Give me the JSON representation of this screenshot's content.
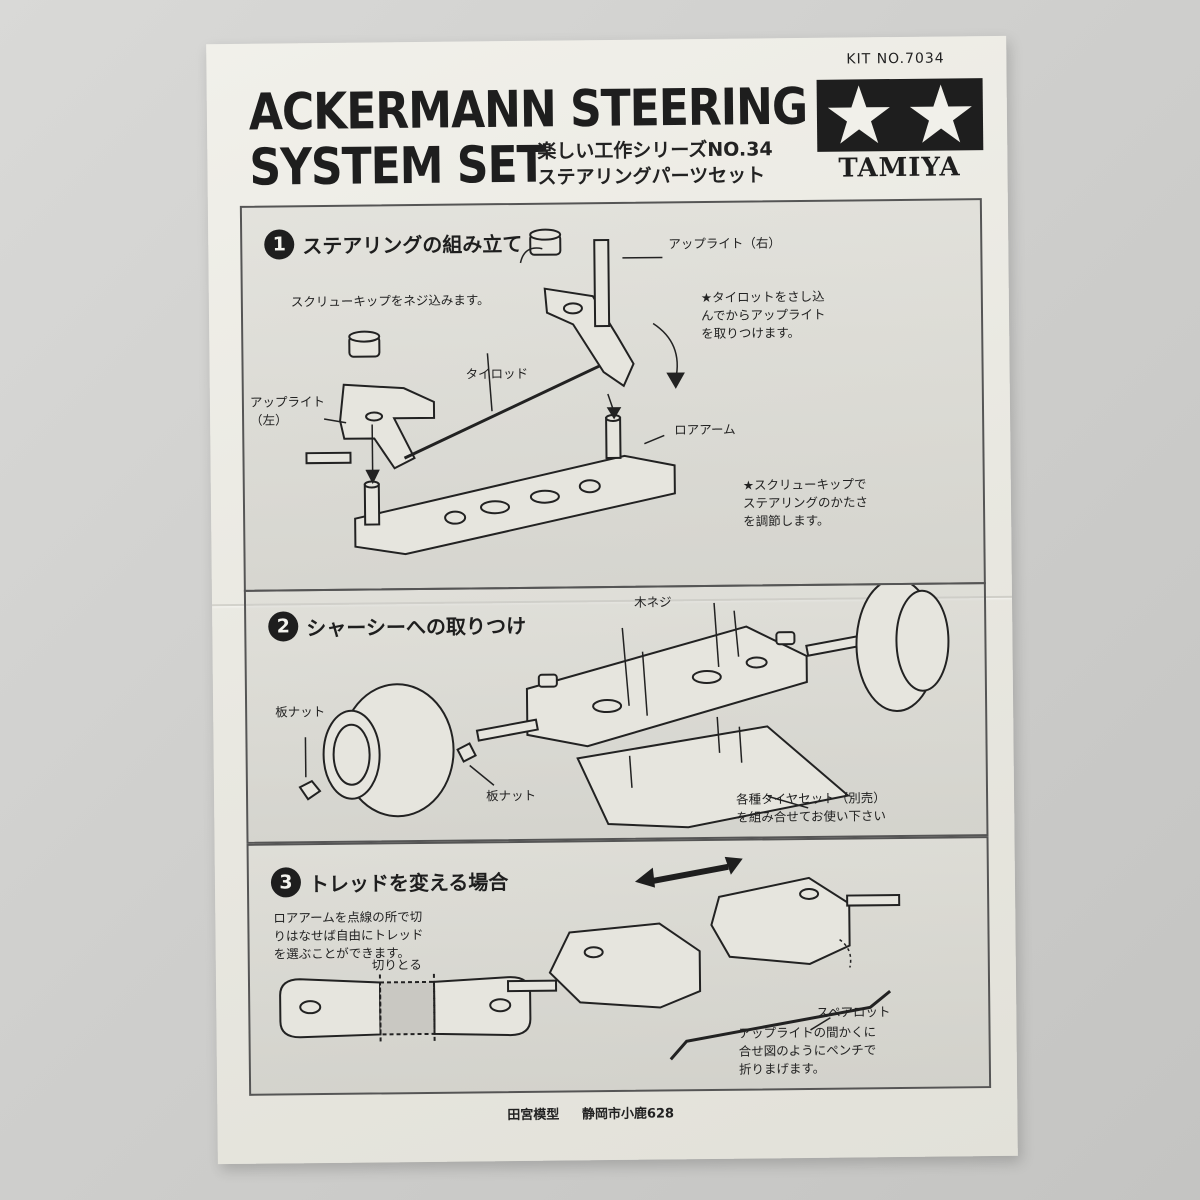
{
  "header": {
    "kit_no": "KIT NO.7034",
    "title_line1": "ACKERMANN STEERING",
    "title_line2": "SYSTEM SET",
    "series_jp": "楽しい工作シリーズNO.34",
    "subtitle_jp": "ステアリングパーツセット",
    "brand": "TAMIYA"
  },
  "step1": {
    "number": "1",
    "title": "ステアリングの組み立て",
    "upright_right": "アップライト（右）",
    "screw_cap_note": "スクリューキップをネジ込みます。",
    "tierod_note": [
      "★タイロットをさし込",
      "んでからアップライト",
      "を取りつけます。"
    ],
    "tierod": "タイロッド",
    "upright_left": [
      "アップライト",
      "（左）"
    ],
    "lower_arm": "ロアアーム",
    "adjust_note": [
      "★スクリューキップで",
      "ステアリングのかたさ",
      "を調節します。"
    ]
  },
  "step2": {
    "number": "2",
    "title": "シャーシーへの取りつけ",
    "wood_screw": "木ネジ",
    "plate_nut_left": "板ナット",
    "plate_nut_bottom": "板ナット",
    "tire_note": [
      "各種タイヤセット（別売）",
      "を組み合せてお使い下さい"
    ]
  },
  "step3": {
    "number": "3",
    "title": "トレッドを変える場合",
    "cut_note": [
      "ロアアームを点線の所で切",
      "りはなせば自由にトレッド",
      "を選ぶことができます。"
    ],
    "cut_label": "切りとる",
    "spare_rod": "スペアロット",
    "bend_note": [
      "アップライトの間かくに",
      "合せ図のようにペンチで",
      "折りまげます。"
    ]
  },
  "footer": {
    "company": "田宮模型",
    "address": "静岡市小鹿628"
  }
}
